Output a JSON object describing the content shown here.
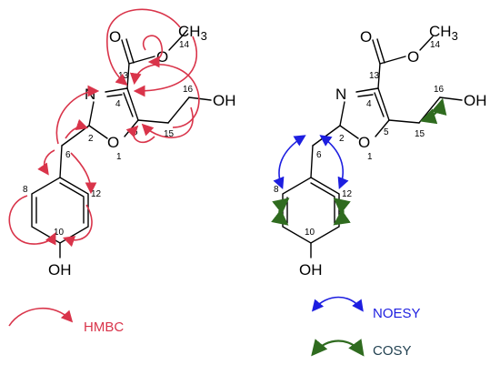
{
  "atoms": {
    "N": "N",
    "O": "O",
    "OH": "OH",
    "CH3": "CH3",
    "HO": "OH"
  },
  "numbers": {
    "n1": "1",
    "n2": "2",
    "n4": "4",
    "n5": "5",
    "n6": "6",
    "n8": "8",
    "n10": "10",
    "n12": "12",
    "n13": "13",
    "n14": "14",
    "n15": "15",
    "n16": "16"
  },
  "legend": {
    "hmbc": "HMBC",
    "noesy": "NOESY",
    "cosy": "COSY"
  },
  "colors": {
    "hmbc": "#d9344a",
    "noesy": "#1d1ee0",
    "cosy": "#2f6b1f"
  }
}
